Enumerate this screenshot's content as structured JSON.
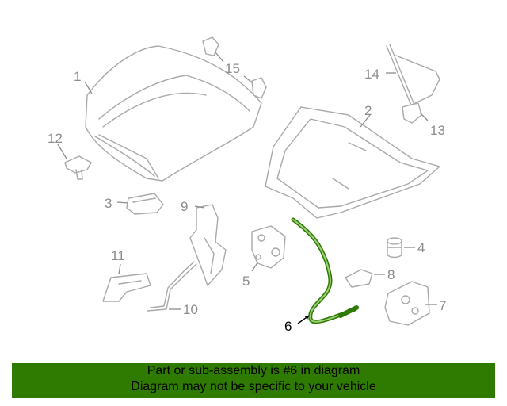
{
  "callouts": {
    "c1": "1",
    "c2": "2",
    "c3": "3",
    "c4": "4",
    "c5": "5",
    "c6": "6",
    "c7": "7",
    "c8": "8",
    "c9": "9",
    "c10": "10",
    "c11": "11",
    "c12": "12",
    "c13": "13",
    "c14": "14",
    "c15": "15"
  },
  "highlight": {
    "part_number": "6",
    "color": "#2f7a00"
  },
  "banner": {
    "line1": "Part or sub-assembly is #6 in diagram",
    "line2": "Diagram may not be specific to your vehicle",
    "background": "#2f7a00"
  }
}
